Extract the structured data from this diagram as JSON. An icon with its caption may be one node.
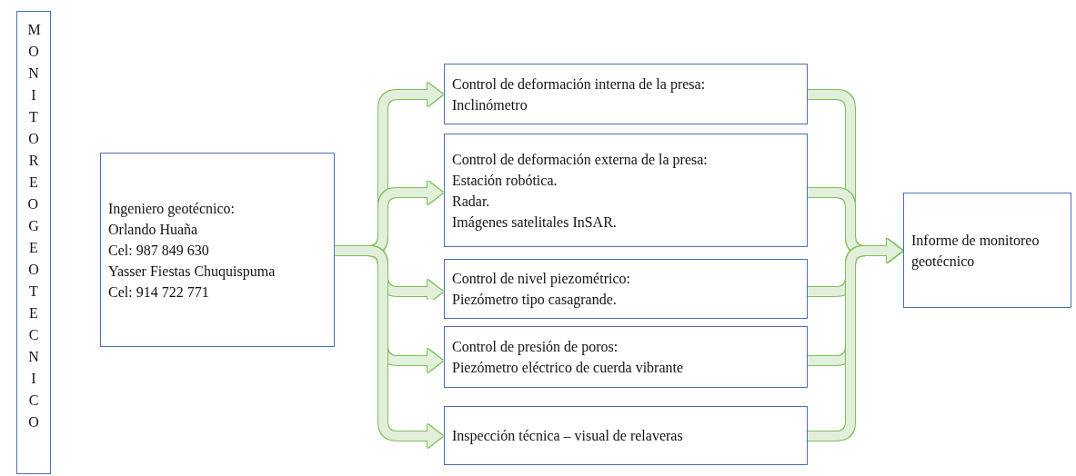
{
  "diagram": {
    "nodes": [
      {
        "text": [
          "MONITOREO GEOTECNICO"
        ]
      },
      {
        "text": [
          "Ingeniero geotécnico:",
          "Orlando Huaña",
          "Cel: 987 849 630",
          "Yasser Fiestas Chuquispuma",
          "Cel: 914 722 771"
        ]
      },
      {
        "text": [
          "Control de deformación interna de la presa:",
          "Inclinómetro"
        ]
      },
      {
        "text": [
          "Control de deformación externa de la presa:",
          "Estación robótica.",
          "Radar.",
          "Imágenes satelitales InSAR."
        ]
      },
      {
        "text": [
          "Control de nivel piezométrico:",
          "Piezómetro tipo casagrande."
        ]
      },
      {
        "text": [
          "Control de presión de poros:",
          "Piezómetro eléctrico de cuerda vibrante"
        ]
      },
      {
        "text": [
          "Inspección técnica – visual de relaveras"
        ]
      },
      {
        "text": [
          "Informe de monitoreo geotécnico"
        ]
      }
    ],
    "edges": [
      {
        "from": 0,
        "to": 1,
        "arrow": "to"
      },
      {
        "from": 1,
        "to": 2,
        "arrow": "to"
      },
      {
        "from": 1,
        "to": 3,
        "arrow": "to"
      },
      {
        "from": 1,
        "to": 4,
        "arrow": "to"
      },
      {
        "from": 1,
        "to": 5,
        "arrow": "to"
      },
      {
        "from": 1,
        "to": 6,
        "arrow": "to"
      },
      {
        "from": 2,
        "to": 7,
        "arrow": "to"
      },
      {
        "from": 3,
        "to": 7,
        "arrow": "to"
      },
      {
        "from": 4,
        "to": 7,
        "arrow": "to"
      },
      {
        "from": 5,
        "to": 7,
        "arrow": "to"
      },
      {
        "from": 6,
        "to": 7,
        "arrow": "to"
      }
    ]
  }
}
